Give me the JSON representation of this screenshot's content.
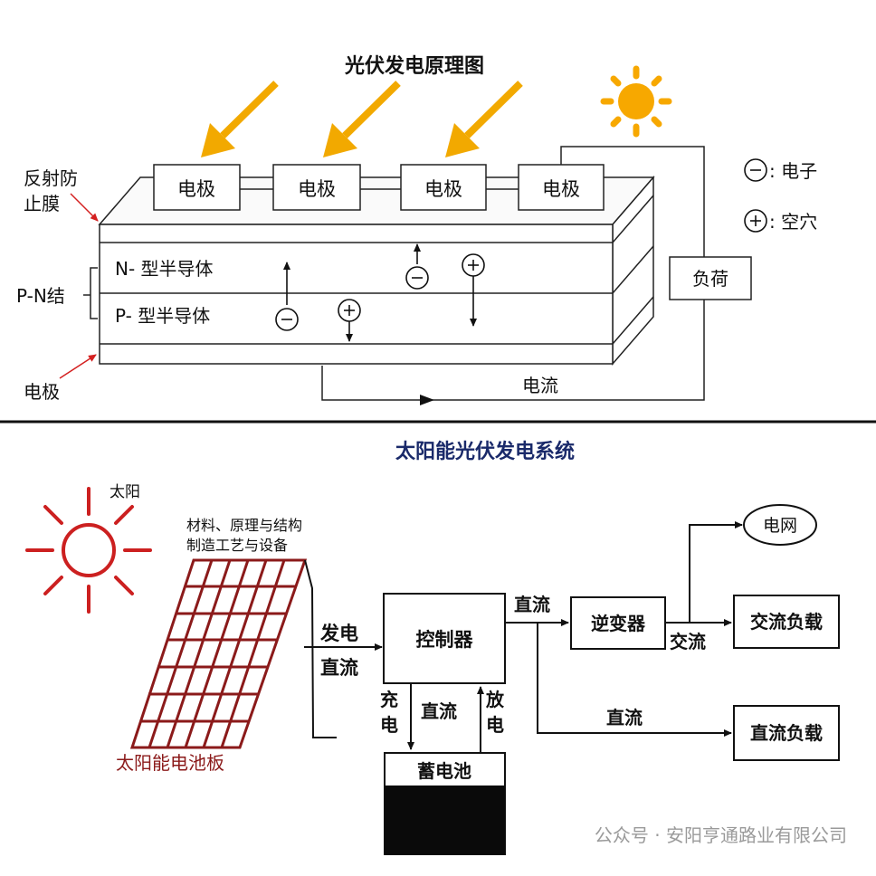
{
  "top_diagram": {
    "title": "光伏发电原理图",
    "electrode_boxes": [
      "电极",
      "电极",
      "电极",
      "电极"
    ],
    "label_antireflection_line1": "反射防",
    "label_antireflection_line2": "止膜",
    "label_pn_junction": "P-N结",
    "label_bottom_electrode": "电极",
    "n_layer_label": "N- 型半导体",
    "p_layer_label": "P- 型半导体",
    "legend_electron": ": 电子",
    "legend_hole": ": 空穴",
    "load_label": "负荷",
    "current_label": "电流",
    "colors": {
      "arrow": "#f2a900",
      "sun": "#f7a800",
      "pointer": "#d42020"
    }
  },
  "bottom_diagram": {
    "title": "太阳能光伏发电系统",
    "sun_label": "太阳",
    "panel_caption_line1": "材料、原理与结构",
    "panel_caption_line2": "制造工艺与设备",
    "panel_label": "太阳能电池板",
    "gen_label": "发电",
    "dc_label_panel": "直流",
    "controller_label": "控制器",
    "dc_label_top": "直流",
    "inverter_label": "逆变器",
    "ac_label": "交流",
    "grid_label": "电网",
    "ac_load_label": "交流负载",
    "dc_label_bottom": "直流",
    "dc_load_label": "直流负载",
    "charge_char1": "充",
    "charge_char2": "电",
    "dc_label_battery": "直流",
    "discharge_char1": "放",
    "discharge_char2": "电",
    "battery_label": "蓄电池",
    "colors": {
      "sun": "#cc2020",
      "panel": "#8b1a1a",
      "title": "#1a2a6a"
    }
  },
  "watermark": "公众号 · 安阳亨通路业有限公司"
}
